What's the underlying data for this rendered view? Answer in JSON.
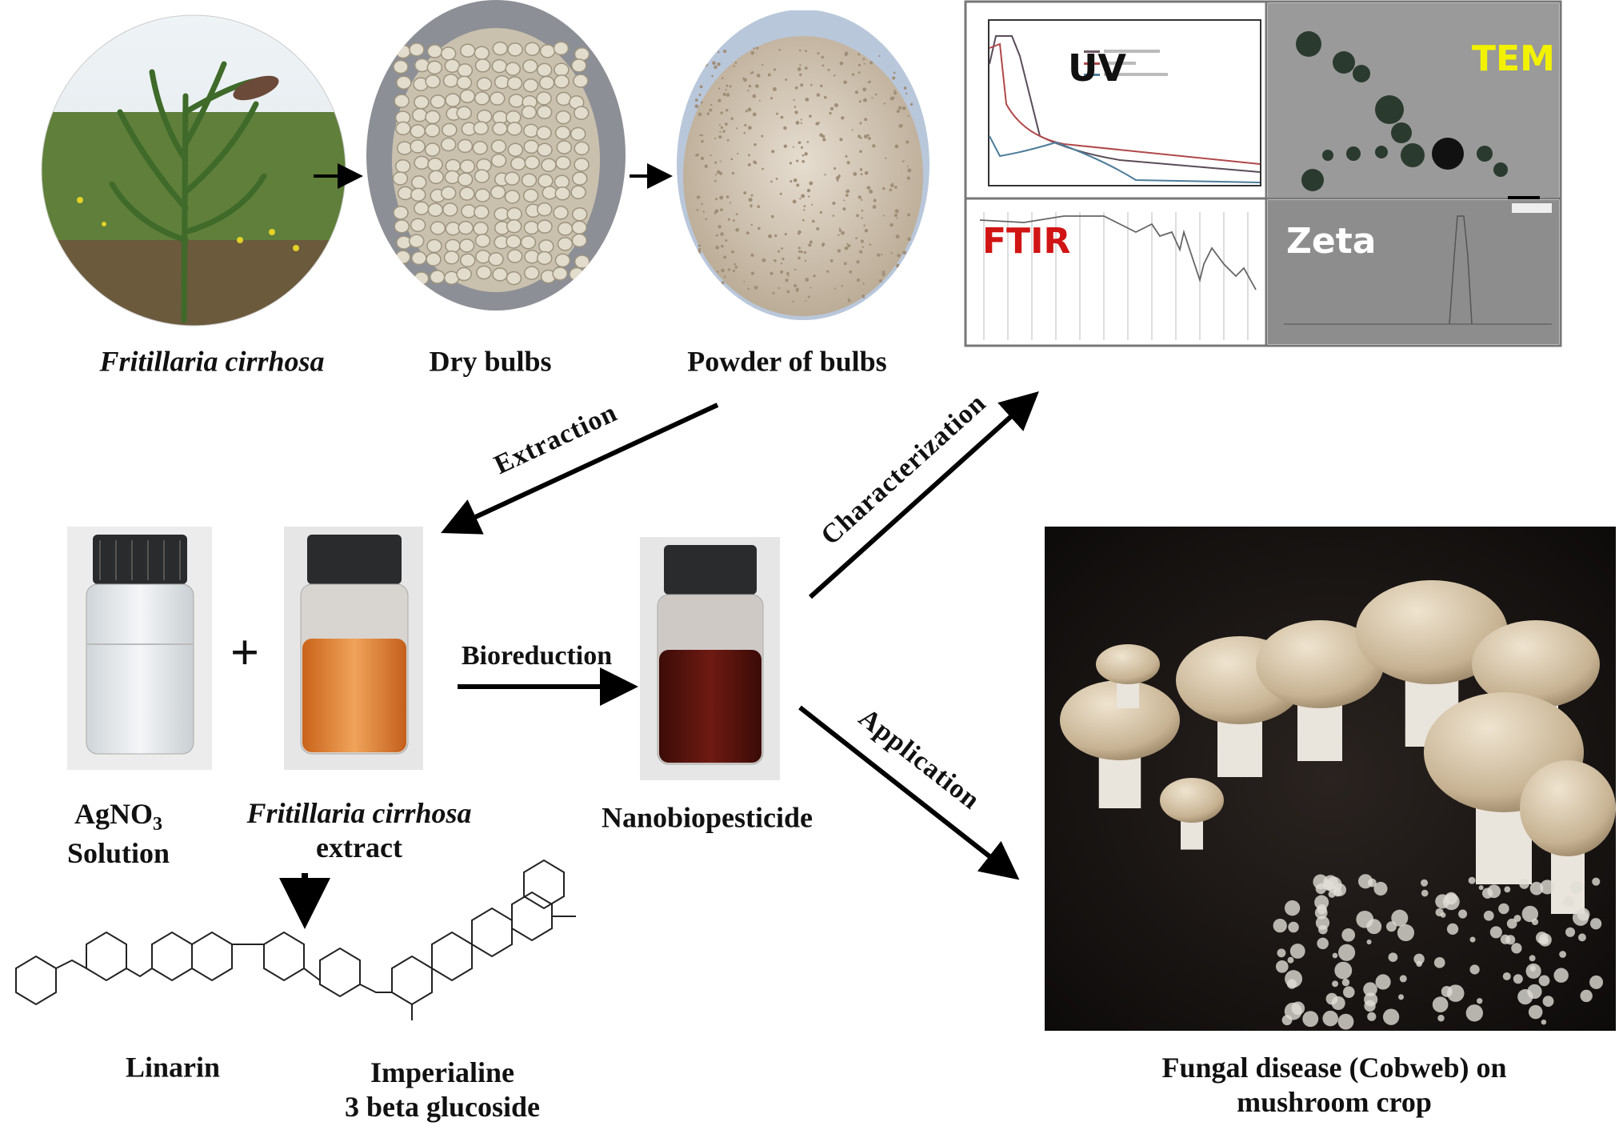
{
  "top_row": {
    "plant_label": "Fritillaria cirrhosa",
    "dry_bulbs_label": "Dry bulbs",
    "powder_label": "Powder of bulbs"
  },
  "characterization_panel": {
    "uv_label": "UV",
    "tem_label": "TEM",
    "ftir_label": "FTIR",
    "zeta_label": "Zeta",
    "colors": {
      "tem": "#f2f200",
      "ftir": "#d11414",
      "zeta": "#ffffff"
    }
  },
  "arrows": {
    "extraction": "Extraction",
    "characterization": "Characterization",
    "bioreduction": "Bioreduction",
    "application": "Application"
  },
  "vials": {
    "agno3_line1": "AgNO",
    "agno3_subscript": "3",
    "agno3_line2": "Solution",
    "plus": "+",
    "extract_line1": "Fritillaria cirrhosa",
    "extract_line2": "extract",
    "nano_label": "Nanobiopesticide"
  },
  "compounds": {
    "linarin": "Linarin",
    "imperialine_line1": "Imperialine",
    "imperialine_line2": "3 beta glucoside"
  },
  "mushroom": {
    "caption_line1": "Fungal disease (Cobweb) on",
    "caption_line2": "mushroom crop"
  }
}
